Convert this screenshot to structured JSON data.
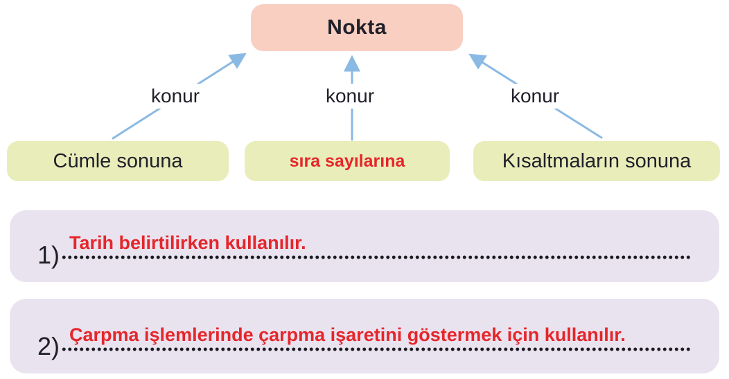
{
  "diagram": {
    "root": {
      "label": "Nokta"
    },
    "edges": [
      {
        "label": "konur"
      },
      {
        "label": "konur"
      },
      {
        "label": "konur"
      }
    ],
    "leaves": [
      {
        "label": "Cümle sonuna",
        "emphasis": "normal"
      },
      {
        "label": "sıra sayılarına",
        "emphasis": "red-bold"
      },
      {
        "label": "Kısaltmaların sonuna",
        "emphasis": "normal"
      }
    ]
  },
  "answers": [
    {
      "number": "1)",
      "text": "Tarih belirtilirken kullanılır."
    },
    {
      "number": "2)",
      "text": "Çarpma işlemlerinde çarpma işaretini göstermek için kullanılır."
    }
  ],
  "colors": {
    "root_box": "#f9cfc2",
    "leaf_box": "#e9edba",
    "answer_box": "#e9e3ef",
    "arrow_blue": "#8ab9e3",
    "handwriting_red": "#e5262b",
    "text_dark": "#20202a",
    "dot_color": "#1b1b22",
    "background": "#ffffff"
  }
}
